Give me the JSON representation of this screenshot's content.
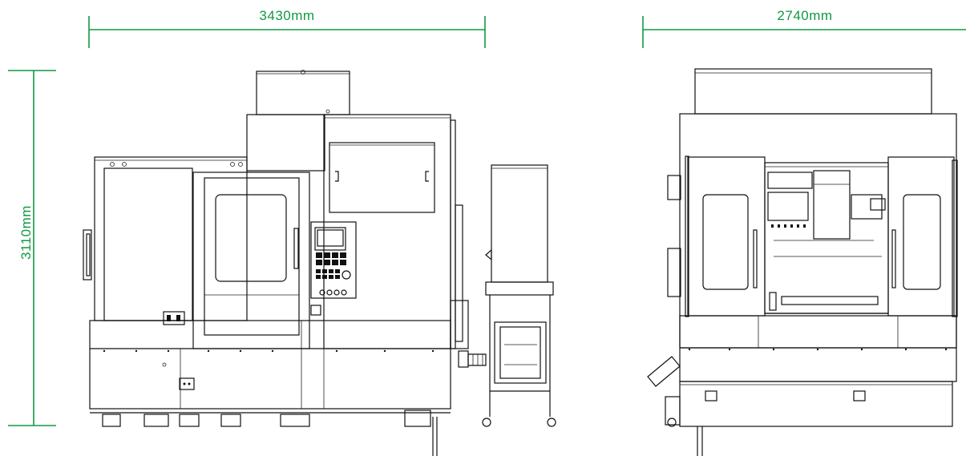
{
  "dimensions": {
    "front_width": "3430mm",
    "side_width": "2740mm",
    "height": "3110mm"
  },
  "colors": {
    "dimension_line": "#119944",
    "drawing_line": "#111111",
    "background": "#ffffff"
  }
}
